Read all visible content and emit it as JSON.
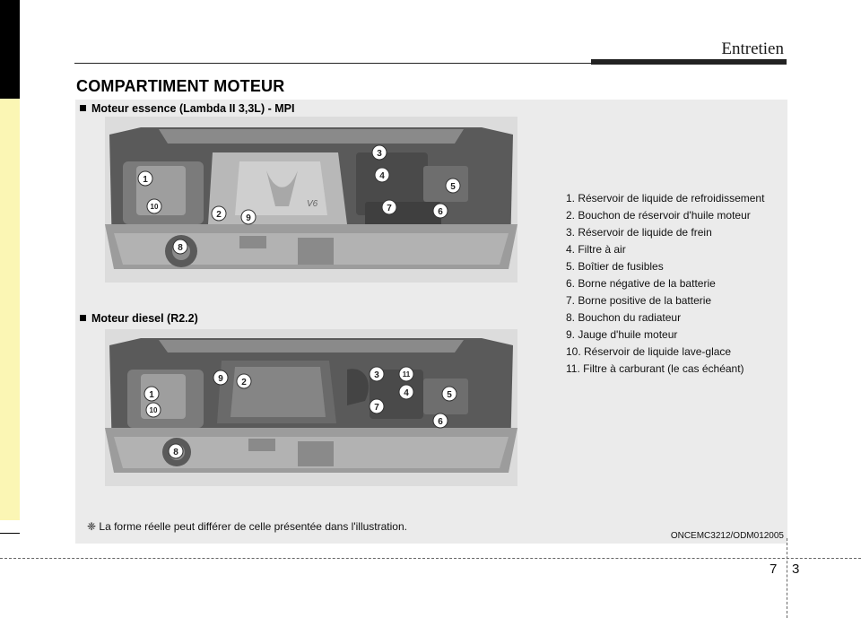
{
  "header": {
    "section_title": "Entretien",
    "page_heading": "COMPARTIMENT MOTEUR"
  },
  "figures": {
    "petrol_caption": "Moteur essence (Lambda II 3,3L) - MPI",
    "diesel_caption": "Moteur diesel (R2.2)",
    "petrol_engine_badge": "V6",
    "petrol_callouts": [
      "1",
      "2",
      "3",
      "4",
      "5",
      "6",
      "7",
      "8",
      "9",
      "10"
    ],
    "diesel_callouts": [
      "1",
      "2",
      "3",
      "4",
      "5",
      "6",
      "7",
      "8",
      "9",
      "10",
      "11"
    ]
  },
  "legend": [
    "1. Réservoir de liquide de refroidissement",
    "2. Bouchon de réservoir d'huile moteur",
    "3. Réservoir de liquide de frein",
    "4. Filtre à air",
    "5. Boîtier de fusibles",
    "6. Borne négative de la batterie",
    "7. Borne positive de la batterie",
    "8. Bouchon du radiateur",
    "9. Jauge d'huile moteur",
    "10. Réservoir de liquide lave-glace",
    "11. Filtre à carburant (le cas échéant)"
  ],
  "note": "❈ La forme réelle peut différer de celle présentée dans l'illustration.",
  "reference_code": "ONCEMC3212/ODM012005",
  "footer": {
    "chapter": "7",
    "page": "3"
  },
  "colors": {
    "side_tab": "#fbf6b4",
    "panel": "#ebebeb",
    "callout": "#ffffff"
  }
}
